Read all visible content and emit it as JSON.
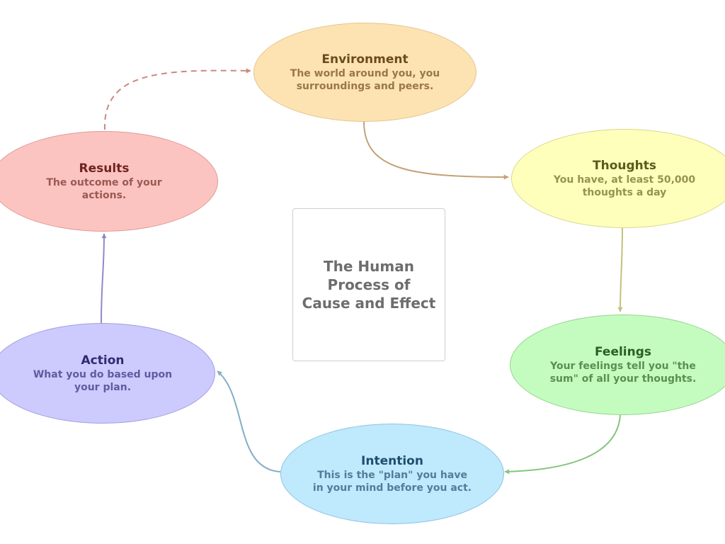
{
  "center_title": "The Human Process of Cause and Effect",
  "nodes": {
    "environment": {
      "title": "Environment",
      "desc": "The world around you, you surroundings and peers."
    },
    "thoughts": {
      "title": "Thoughts",
      "desc": "You have, at least 50,000 thoughts a day"
    },
    "feelings": {
      "title": "Feelings",
      "desc": "Your feelings tell you \"the sum\" of all your thoughts."
    },
    "intention": {
      "title": "Intention",
      "desc": "This is the \"plan\" you have in your mind before you act."
    },
    "action": {
      "title": "Action",
      "desc": "What you do based upon your plan."
    },
    "results": {
      "title": "Results",
      "desc": "The outcome of your actions."
    }
  },
  "connector_colors": {
    "results_to_environment": "#c98a7a",
    "environment_to_thoughts": "#c3a276",
    "thoughts_to_feelings": "#c4c07c",
    "feelings_to_intention": "#86c47e",
    "intention_to_action": "#84aec6",
    "action_to_results": "#8e8ac6"
  }
}
